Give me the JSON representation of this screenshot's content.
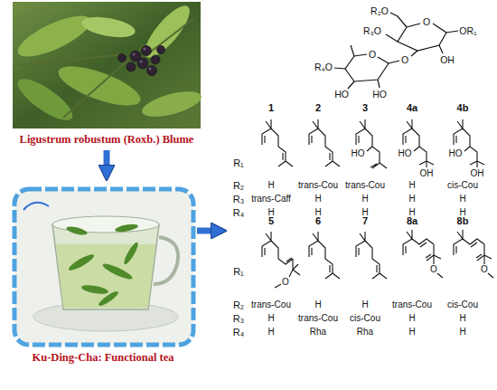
{
  "diagram": {
    "nodes": [
      {
        "text": [
          "Ligustrum robustum (Roxb.) Blume"
        ]
      },
      {
        "text": [
          "Ku-Ding-Cha: Functional tea"
        ]
      },
      {
        "text": [
          "R₂O",
          "R₃O",
          "O",
          "OR₁",
          "OH",
          "O",
          "O",
          "R₄O",
          "HO",
          "HO"
        ]
      }
    ],
    "edges": [
      {
        "from": 0,
        "to": 1,
        "arrow": "to"
      },
      {
        "from": 1,
        "to": 2,
        "arrow": "to"
      }
    ],
    "labels": [
      "1",
      "2",
      "3",
      "4a",
      "4b",
      "HO",
      "HO",
      "OH",
      "HO",
      "OH",
      "R₁",
      "R₂",
      "H",
      "trans-Cou",
      "trans-Cou",
      "H",
      "cis-Cou",
      "R₃",
      "trans-Caff",
      "H",
      "H",
      "H",
      "H",
      "R₄",
      "H",
      "H",
      "H",
      "H",
      "H",
      "5",
      "6",
      "7",
      "8a",
      "8b",
      "O",
      "O",
      "O",
      "R₁",
      "R₂",
      "trans-Cou",
      "H",
      "H",
      "trans-Cou",
      "cis-Cou",
      "R₃",
      "H",
      "trans-Cou",
      "cis-Cou",
      "H",
      "H",
      "R₄",
      "H",
      "Rha",
      "Rha",
      "H",
      "H"
    ]
  }
}
